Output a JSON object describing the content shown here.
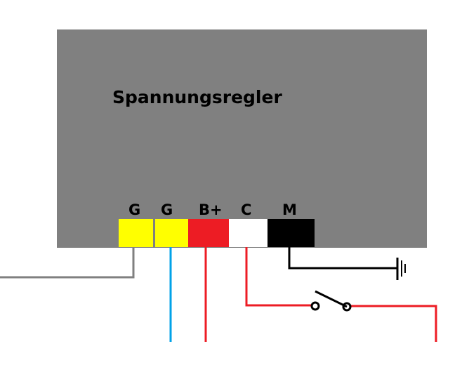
{
  "regulator": {
    "title": "Spannungsregler",
    "body_color": "#808080"
  },
  "terminals": [
    {
      "label": "G",
      "color": "#ffff00"
    },
    {
      "label": "G",
      "color": "#ffff00"
    },
    {
      "label": "B+",
      "color": "#ed1c24"
    },
    {
      "label": "C",
      "color": "#ffffff"
    },
    {
      "label": "M",
      "color": "#000000"
    }
  ],
  "wire_colors": {
    "gray": "#808080",
    "blue": "#00a2e8",
    "red": "#ed1c24",
    "black": "#000000"
  },
  "symbols": {
    "switch": "switch-icon",
    "ground": "ground-icon"
  }
}
